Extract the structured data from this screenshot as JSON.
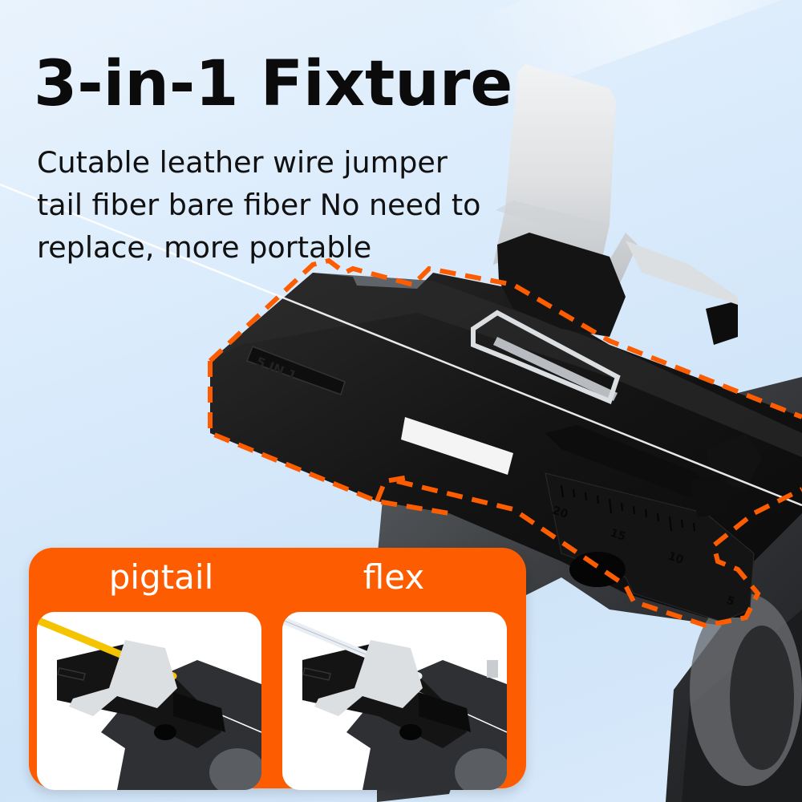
{
  "header": {
    "title": "3-in-1 Fixture",
    "description": "Cutable leather wire jumper tail fiber bare fiber No need to replace, more portable"
  },
  "product": {
    "body_marking": "5 IN 1",
    "ruler_ticks": [
      "20",
      "15",
      "10",
      "5"
    ]
  },
  "comparison_panel": {
    "items": [
      {
        "label": "pigtail",
        "fiber_color": "#f5c400"
      },
      {
        "label": "flex",
        "fiber_color": "#e8eef3"
      }
    ]
  },
  "colors": {
    "accent_orange": "#fd5d00",
    "background_blue": "#d8eafb",
    "title_text": "#0b0b0b",
    "fixture_black": "#151515",
    "clamp_silver": "#d9dcdf"
  }
}
